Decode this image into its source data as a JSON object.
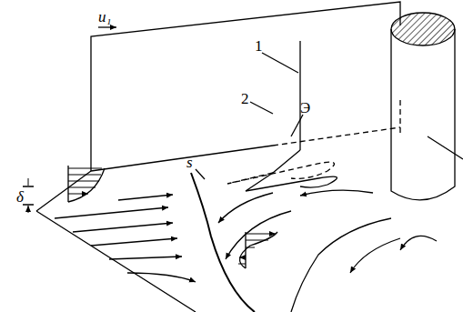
{
  "diagram": {
    "labels": [
      "u₁",
      "1",
      "2",
      "Э",
      "δ",
      "s"
    ]
  }
}
